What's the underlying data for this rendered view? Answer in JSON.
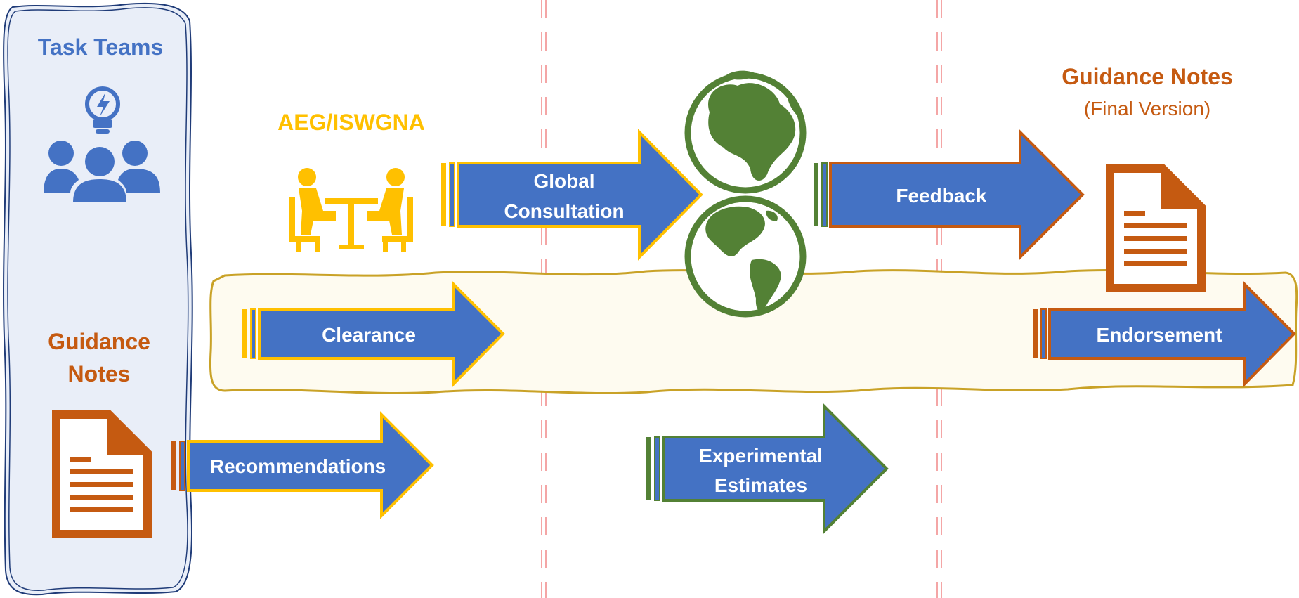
{
  "task_teams": {
    "title": "Task Teams",
    "color": "#4472C4"
  },
  "guidance_notes_left": {
    "line1": "Guidance",
    "line2": "Notes",
    "color": "#C55A11"
  },
  "aeg": {
    "title": "AEG/ISWGNA",
    "color": "#FFC000"
  },
  "guidance_notes_final": {
    "title": "Guidance Notes",
    "subtitle": "(Final Version)",
    "color": "#C55A11"
  },
  "arrows": {
    "recommendations": "Recommendations",
    "clearance": "Clearance",
    "global_consultation_line1": "Global",
    "global_consultation_line2": "Consultation",
    "feedback": "Feedback",
    "experimental_line1": "Experimental",
    "experimental_line2": "Estimates",
    "endorsement": "Endorsement"
  },
  "colors": {
    "arrow_fill": "#4472C4",
    "orange": "#C55A11",
    "gold": "#FFC000",
    "green": "#538135",
    "divider": "#F4A6A6",
    "band_fill": "#FEFBF0",
    "band_stroke": "#C9A227",
    "panel_fill": "#E9EEF8",
    "panel_stroke": "#1F3B78"
  }
}
